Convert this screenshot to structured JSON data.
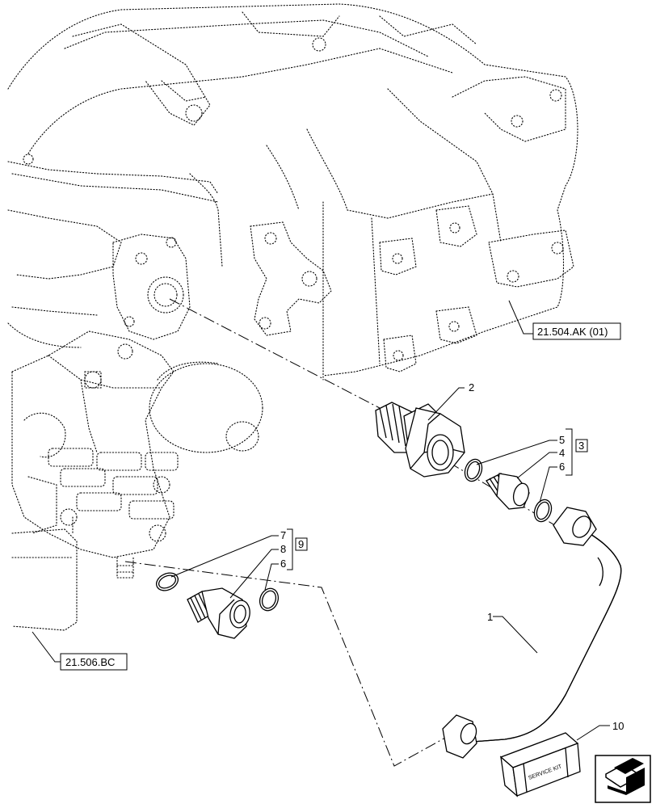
{
  "callouts": {
    "c1": "1",
    "c2": "2",
    "c3": "3",
    "c4": "4",
    "c5": "5",
    "c6a": "6",
    "c6b": "6",
    "c7": "7",
    "c8": "8",
    "c9": "9",
    "c10": "10"
  },
  "references": {
    "ref_ak": "21.504.AK (01)",
    "ref_bc": "21.506.BC"
  },
  "kit_label": "SERVICE KIT",
  "nav_icon": "next-page-arrow-icon"
}
